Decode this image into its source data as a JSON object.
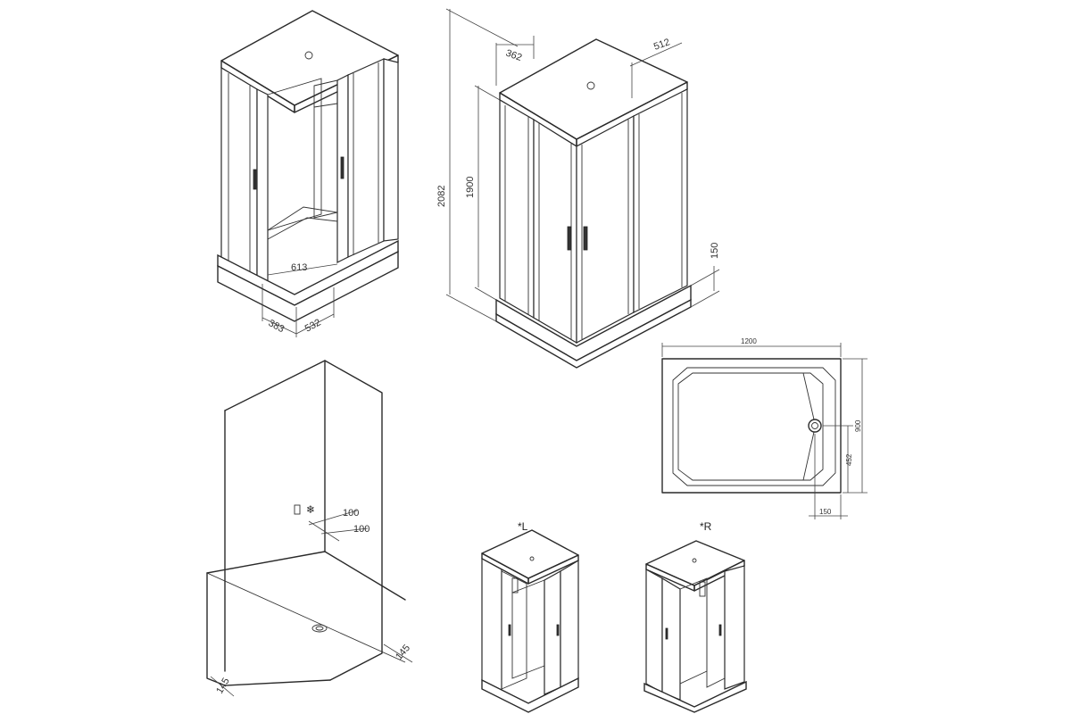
{
  "view_a": {
    "dim_diagonal": "613",
    "dim_front_a": "383",
    "dim_front_b": "532"
  },
  "view_b": {
    "dim_top_left": "362",
    "dim_top_right": "512",
    "dim_total_height": "2082",
    "dim_glass_height": "1900",
    "dim_tray_height": "150"
  },
  "tray_plan": {
    "dim_width": "1200",
    "dim_depth": "900",
    "dim_drain_offset_y": "452",
    "dim_drain_offset_x": "150"
  },
  "wall_view": {
    "dim_outlet_a": "100",
    "dim_outlet_b": "100",
    "dim_floor_left": "145",
    "dim_floor_right": "145"
  },
  "variants": {
    "left_label": "*L",
    "right_label": "*R"
  }
}
